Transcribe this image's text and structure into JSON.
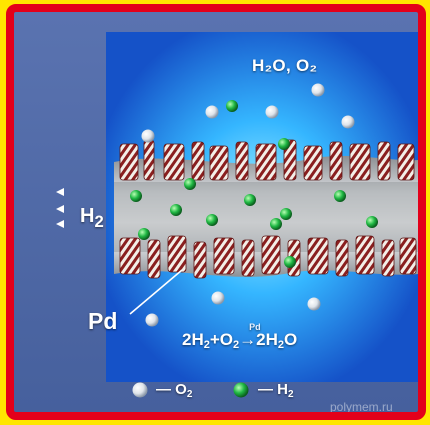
{
  "labels": {
    "products": "H₂O, O₂",
    "permeate": "H",
    "permeate_sub": "2",
    "membrane": "Pd"
  },
  "equation": {
    "coef_h2": "2H",
    "sub_h2": "2",
    "plus": "+O",
    "sub_o2": "2",
    "catalyst": "Pd",
    "arrow": "→",
    "product": "2H",
    "sub_product": "2",
    "product_tail": "O"
  },
  "legend": {
    "o2_text": "— O",
    "o2_sub": "2",
    "h2_text": "— H",
    "h2_sub": "2"
  },
  "watermark": "polymem.ru",
  "colors": {
    "frame_border": "#e3001a",
    "page_background": "#ffe600",
    "o2_molecule": "#e9edf2",
    "h2_molecule": "#1fb545"
  }
}
